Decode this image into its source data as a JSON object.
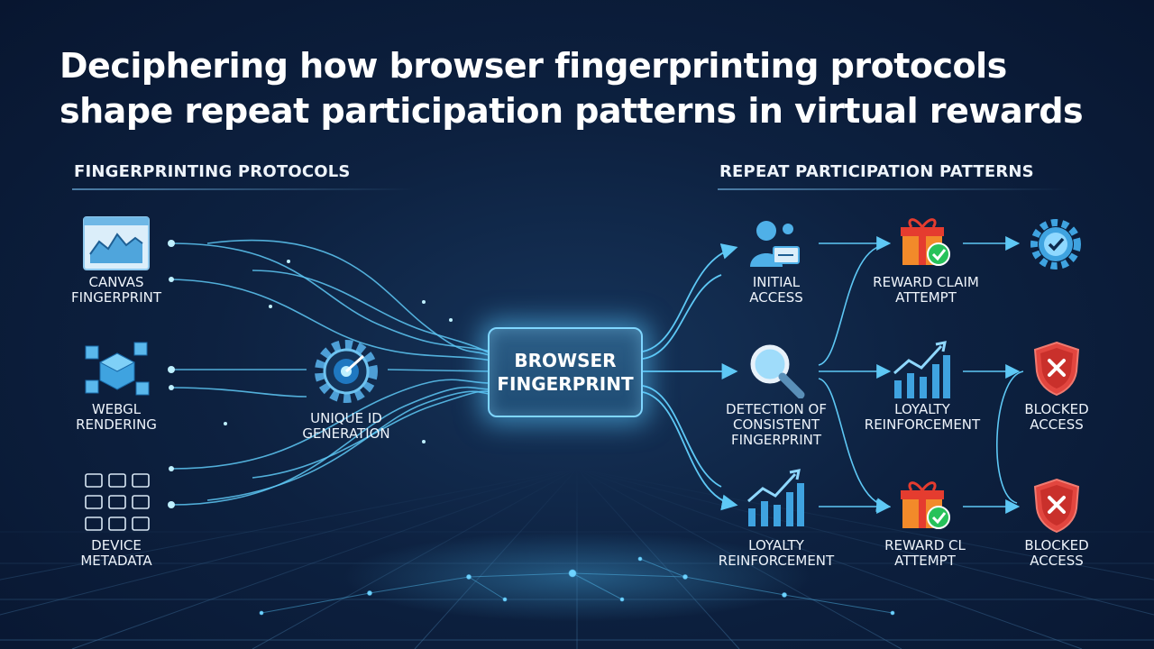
{
  "title": "Deciphering how browser fingerprinting protocols shape repeat participation patterns in virtual rewards",
  "sections": {
    "left": "FINGERPRINTING PROTOCOLS",
    "right": "REPEAT PARTICIPATION PATTERNS"
  },
  "protocols": [
    {
      "label": "CANVAS\nFINGERPRINT",
      "icon": "canvas-chart-icon"
    },
    {
      "label": "WEBGL\nRENDERING",
      "icon": "cubes-icon"
    },
    {
      "label": "DEVICE\nMETADATA",
      "icon": "devices-grid-icon"
    }
  ],
  "id_generation": {
    "label": "UNIQUE ID\nGENERATION",
    "icon": "gear-target-icon"
  },
  "core": {
    "label": "BROWSER\nFINGERPRINT"
  },
  "patterns": {
    "col1": [
      {
        "label": "INITIAL\nACCESS",
        "icon": "user-card-icon"
      },
      {
        "label": "DETECTION OF\nCONSISTENT\nFINGERPRINT",
        "icon": "magnifier-icon"
      },
      {
        "label": "LOYALTY\nREINFORCEMENT",
        "icon": "bar-chart-icon"
      }
    ],
    "col2": [
      {
        "label": "REWARD CLAIM\nATTEMPT",
        "icon": "gift-check-icon"
      },
      {
        "label": "LOYALTY\nREINFORCEMENT",
        "icon": "bar-chart-icon"
      },
      {
        "label": "REWARD CL\nATTEMPT",
        "icon": "gift-check-icon"
      }
    ],
    "col3": [
      {
        "label": "",
        "icon": "gear-check-icon"
      },
      {
        "label": "BLOCKED\nACCESS",
        "icon": "shield-x-icon"
      },
      {
        "label": "BLOCKED\nACCESS",
        "icon": "shield-x-icon"
      }
    ]
  },
  "colors": {
    "accent": "#5ec8f5",
    "gift": "#f28a2a",
    "check": "#27c25a",
    "blocked": "#e2463f"
  }
}
